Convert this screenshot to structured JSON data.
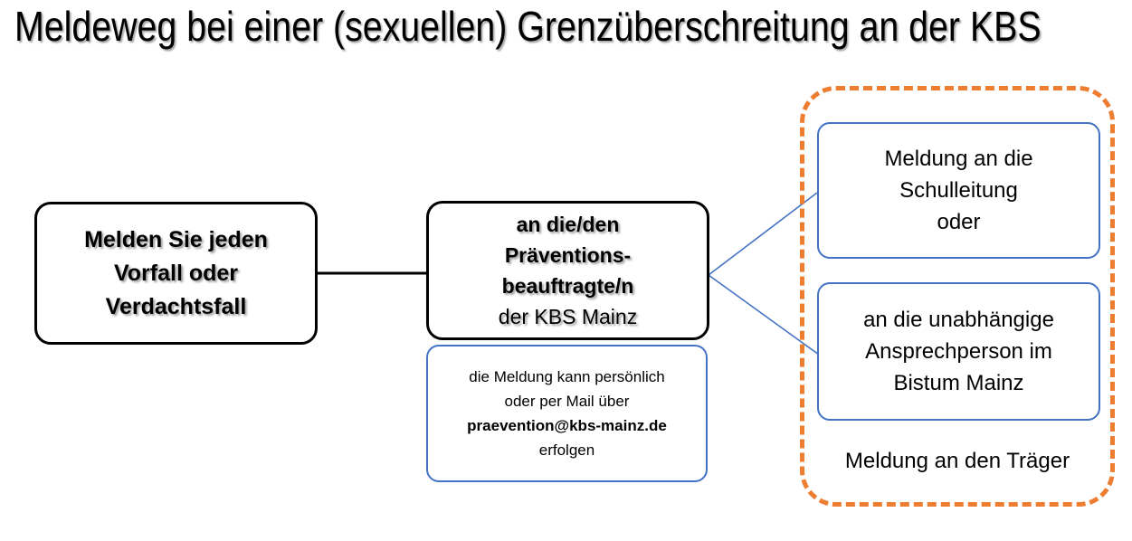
{
  "title": "Meldeweg bei einer (sexuellen) Grenzüberschreitung an der KBS",
  "nodes": {
    "incident": {
      "line1": "Melden Sie jeden",
      "line2": "Vorfall oder",
      "line3": "Verdachtsfall"
    },
    "prevention": {
      "line1": "an die/den",
      "line2": "Präventions-",
      "line3": "beauftragte/n",
      "line4": "der KBS Mainz"
    },
    "howto": {
      "line1": "die Meldung kann persönlich",
      "line2": "oder per Mail über",
      "email": "praevention@kbs-mainz.de",
      "line4": "erfolgen"
    },
    "schulleitung": {
      "line1": "Meldung an die",
      "line2": "Schulleitung",
      "line3": "oder"
    },
    "ansprechperson": {
      "line1": "an die unabhängige",
      "line2": "Ansprechperson im",
      "line3": "Bistum Mainz"
    }
  },
  "groups": {
    "traeger_label": "Meldung an den Träger"
  },
  "colors": {
    "border_black": "#000000",
    "border_blue": "#4472C4",
    "dashed_orange": "#ED7D31",
    "connector_black": "#000000",
    "connector_blue": "#4472C4",
    "background": "#FFFFFF",
    "text": "#000000"
  }
}
